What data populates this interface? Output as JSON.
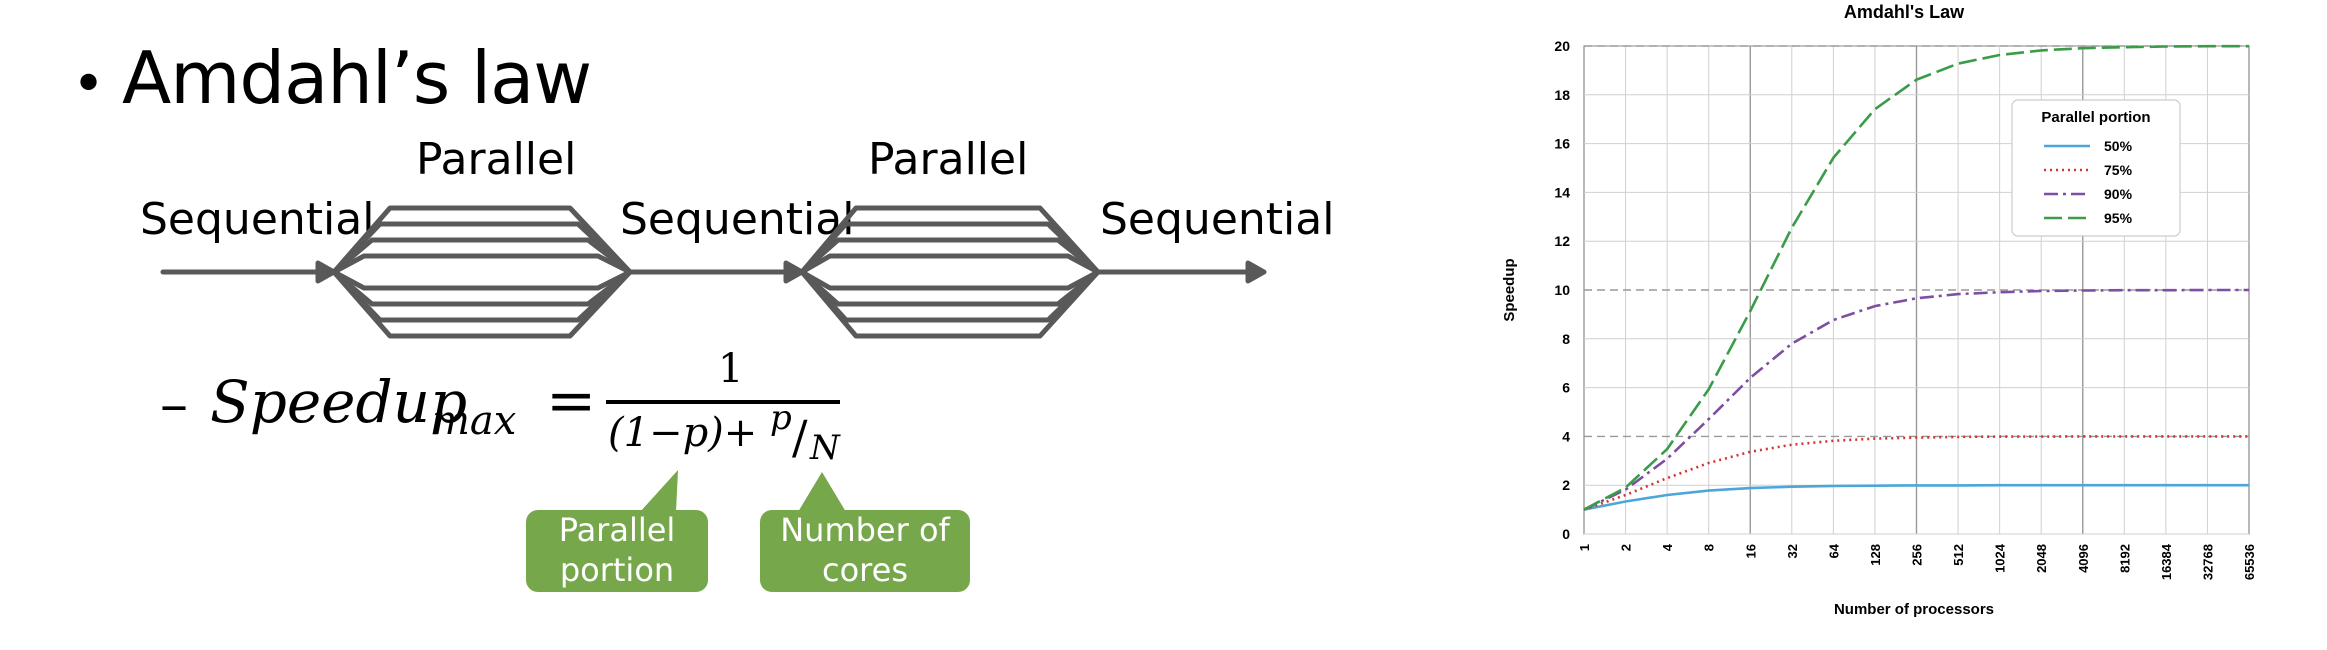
{
  "slide": {
    "bullet": "•",
    "title": "Amdahl’s law",
    "diagram": {
      "sequential_label": "Sequential",
      "parallel_label": "Parallel"
    },
    "formula": {
      "dash": "–",
      "speedup": "Speedup",
      "subscript": "max",
      "equals": "=",
      "numerator": "1",
      "denominator_left": "(1−p)+",
      "denominator_p": "p",
      "denominator_slash": "/",
      "denominator_n": "N"
    },
    "callouts": {
      "parallel_portion_line1": "Parallel",
      "parallel_portion_line2": "portion",
      "cores_line1": "Number of",
      "cores_line2": "cores"
    },
    "colors": {
      "diagram_gray": "#595959",
      "callout_green": "#76a74b"
    }
  },
  "chart_data": {
    "type": "line",
    "title": "Amdahl's Law",
    "xlabel": "Number of processors",
    "ylabel": "Speedup",
    "x_scale": "log2",
    "x": [
      1,
      2,
      4,
      8,
      16,
      32,
      64,
      128,
      256,
      512,
      1024,
      2048,
      4096,
      8192,
      16384,
      32768,
      65536
    ],
    "xticklabels": [
      "1",
      "2",
      "4",
      "8",
      "16",
      "32",
      "64",
      "128",
      "256",
      "512",
      "1024",
      "2048",
      "4096",
      "8192",
      "16384",
      "32768",
      "65536"
    ],
    "ylim": [
      0,
      20
    ],
    "yticks": [
      0,
      2,
      4,
      6,
      8,
      10,
      12,
      14,
      16,
      18,
      20
    ],
    "grid": true,
    "legend": {
      "title": "Parallel portion",
      "placement": "top-right"
    },
    "series": [
      {
        "name": "50%",
        "color": "#4da6d8",
        "dash": "solid",
        "values": [
          1,
          1.33,
          1.6,
          1.78,
          1.88,
          1.94,
          1.97,
          1.98,
          1.99,
          1.99,
          2.0,
          2.0,
          2.0,
          2.0,
          2.0,
          2.0,
          2.0
        ]
      },
      {
        "name": "75%",
        "color": "#d33333",
        "dash": "dotted",
        "values": [
          1,
          1.6,
          2.29,
          2.91,
          3.37,
          3.66,
          3.82,
          3.91,
          3.95,
          3.98,
          3.99,
          3.99,
          4.0,
          4.0,
          4.0,
          4.0,
          4.0
        ]
      },
      {
        "name": "90%",
        "color": "#7d4fa3",
        "dash": "dashdot",
        "values": [
          1,
          1.82,
          3.08,
          4.71,
          6.4,
          7.8,
          8.77,
          9.34,
          9.66,
          9.83,
          9.91,
          9.96,
          9.98,
          9.99,
          9.99,
          10.0,
          10.0
        ]
      },
      {
        "name": "95%",
        "color": "#3a9c48",
        "dash": "longdash",
        "values": [
          1,
          1.9,
          3.48,
          5.93,
          9.14,
          12.55,
          15.42,
          17.41,
          18.62,
          19.28,
          19.63,
          19.82,
          19.91,
          19.95,
          19.98,
          19.99,
          19.99
        ]
      }
    ]
  }
}
